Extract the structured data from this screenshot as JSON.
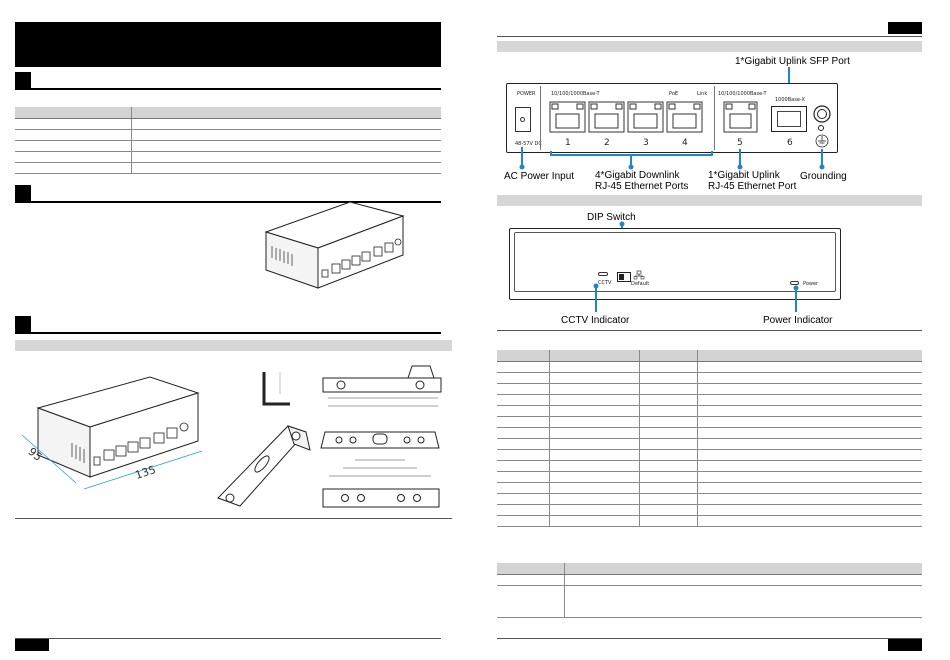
{
  "diagram": {
    "top_labels": {
      "sfp_port": "1*Gigabit Uplink SFP Port",
      "dip_switch": "DIP Switch"
    },
    "front_panel": {
      "power_label": "POWER",
      "voltage_label": "48-57V DC",
      "downlink_group_label": "10/100/1000Base-T",
      "poe_label": "PoE",
      "link_label": "Link",
      "uplink_rj45_label": "10/100/1000Base-T",
      "sfp_label": "1000Base-X",
      "port_numbers": [
        "1",
        "2",
        "3",
        "4",
        "5",
        "6"
      ]
    },
    "callouts": {
      "ac_power": "AC Power Input",
      "downlink_line1": "4*Gigabit Downlink",
      "downlink_line2": "RJ-45 Ethernet Ports",
      "uplink_line1": "1*Gigabit Uplink",
      "uplink_line2": "RJ-45 Ethernet Port",
      "grounding": "Grounding"
    },
    "rear_panel": {
      "cctv_label": "CCTV",
      "default_label": "Default",
      "power_label": "Power",
      "cctv_indicator": "CCTV Indicator",
      "power_indicator": "Power Indicator"
    },
    "dimensions": {
      "width": "135",
      "depth": "95"
    }
  },
  "colors": {
    "callout": "#1e88c7",
    "header_fill": "#000000",
    "bar_fill": "#d6d6d6"
  }
}
